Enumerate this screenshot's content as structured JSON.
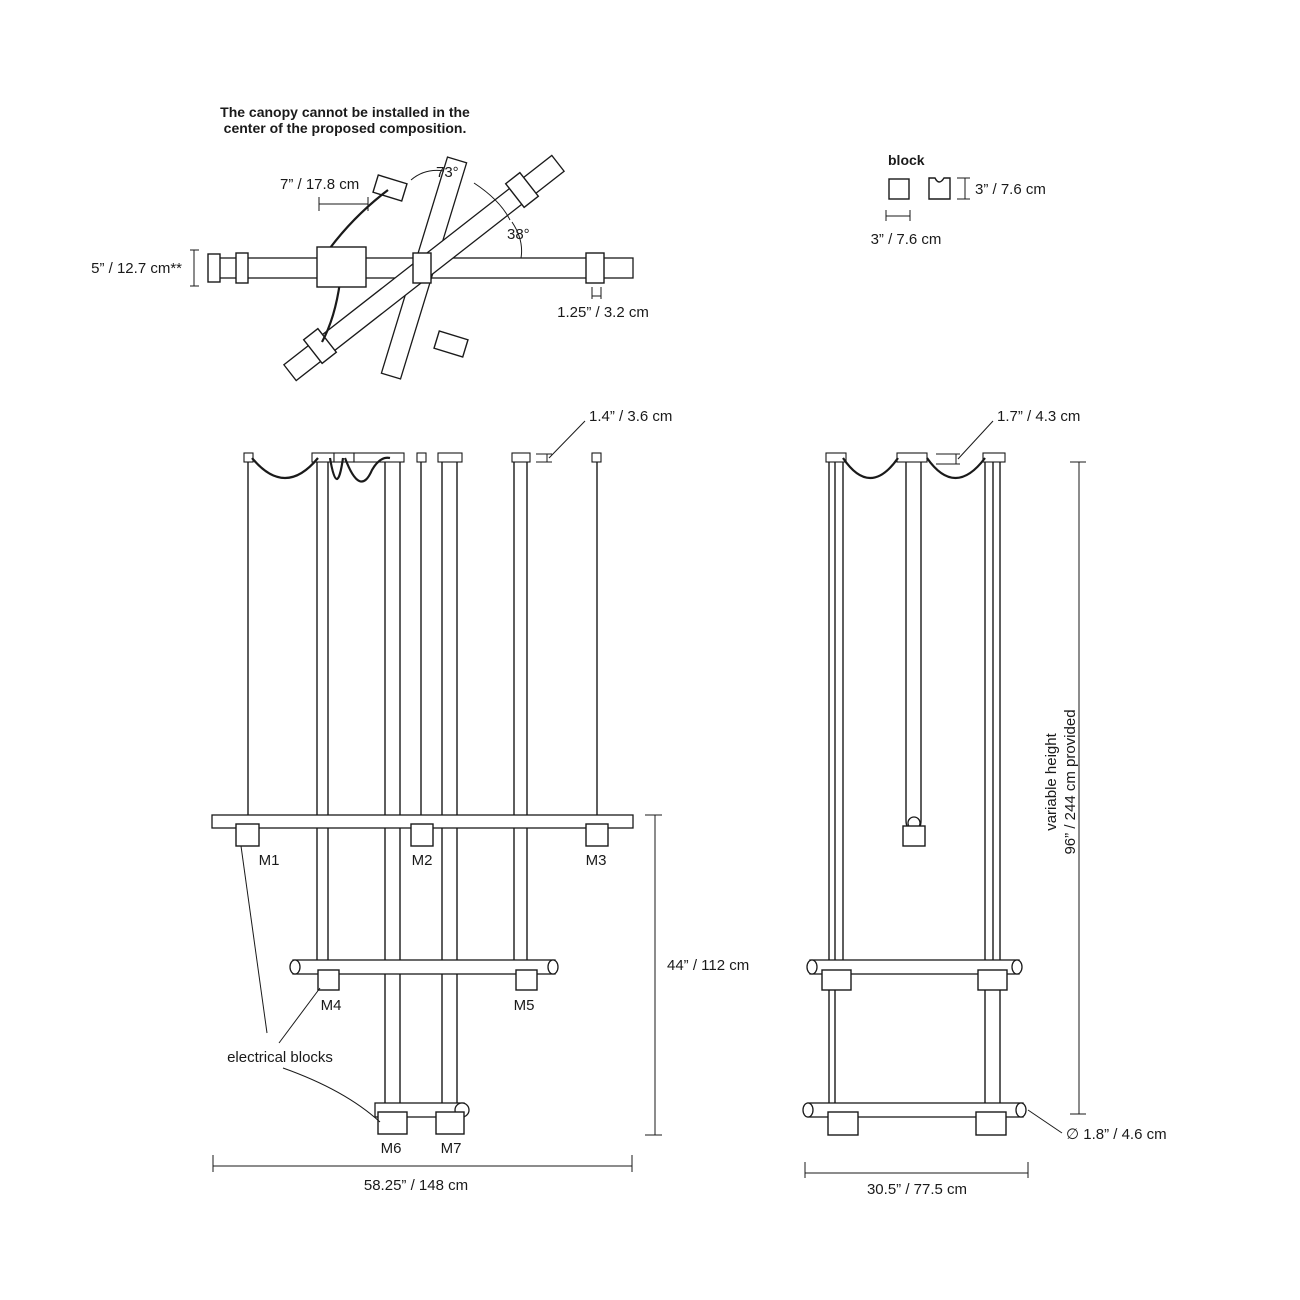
{
  "note": {
    "line1": "The canopy cannot be installed in the",
    "line2": "center of the proposed composition."
  },
  "top_view": {
    "arm_length": "7” / 17.8 cm",
    "angle_1": "73°",
    "angle_2": "38°",
    "canopy": "5” / 12.7 cm**",
    "bar_gap": "1.25” / 3.2 cm"
  },
  "block_detail": {
    "title": "block",
    "height": "3” / 7.6 cm",
    "width": "3” / 7.6 cm"
  },
  "front_view": {
    "canopy_height": "1.4” / 3.6 cm",
    "modules": [
      "M1",
      "M2",
      "M3",
      "M4",
      "M5",
      "M6",
      "M7"
    ],
    "callout": "electrical blocks",
    "height": "44” / 112 cm",
    "width": "58.25” / 148 cm"
  },
  "side_view": {
    "canopy_height": "1.7” / 4.3 cm",
    "variable_height_1": "variable height",
    "variable_height_2": "96” / 244 cm provided",
    "diameter": "∅ 1.8” / 4.6 cm",
    "width": "30.5” / 77.5 cm"
  }
}
